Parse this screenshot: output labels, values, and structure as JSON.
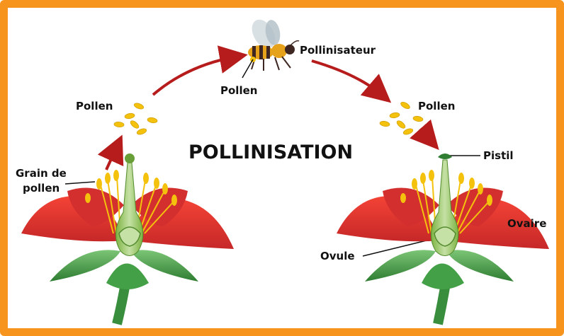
{
  "title": "POLLINISATION",
  "labels": {
    "pollen_left": "Pollen",
    "pollen_bee": "Pollen",
    "pollen_right": "Pollen",
    "pollinator": "Pollinisateur",
    "grain_line1": "Grain de",
    "grain_line2": "pollen",
    "pistil": "Pistil",
    "ovaire": "Ovaire",
    "ovule": "Ovule"
  },
  "colors": {
    "frame": "#f7941d",
    "arrow": "#b71c1c",
    "petal": "#e53935",
    "petal_dark": "#b71c1c",
    "sepal": "#4caf50",
    "pistil": "#8bc34a",
    "pollen": "#f4c20d"
  }
}
